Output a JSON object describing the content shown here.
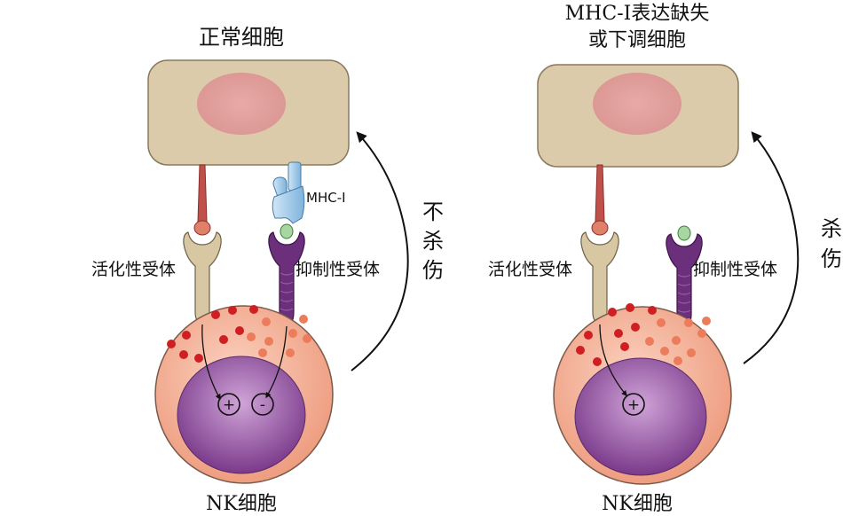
{
  "left_panel": {
    "title": "正常细胞",
    "mhc_label": "MHC-I",
    "activating_receptor": "活化性受体",
    "inhibitory_receptor": "抑制性受体",
    "outcome": [
      "不",
      "杀",
      "伤"
    ],
    "nk_cell_label": "NK细胞",
    "signals": [
      "+",
      "-"
    ]
  },
  "right_panel": {
    "title_line1": "MHC-I表达缺失",
    "title_line2": "或下调细胞",
    "activating_receptor": "活化性受体",
    "inhibitory_receptor": "抑制性受体",
    "outcome": [
      "杀",
      "伤"
    ],
    "nk_cell_label": "NK细胞",
    "signals": [
      "+"
    ]
  },
  "colors": {
    "target_cell": "#dccbab",
    "target_nucleus": "#e3a2a0",
    "nk_cytoplasm": "#f4b196",
    "nk_nucleus": "#8f4e98",
    "activating_ligand": "#c0504a",
    "inhibitory_receptor": "#6c2f7c",
    "mhc": "#a8cde8",
    "granule_dark": "#cf1f22",
    "granule_light": "#ec7c5b"
  }
}
